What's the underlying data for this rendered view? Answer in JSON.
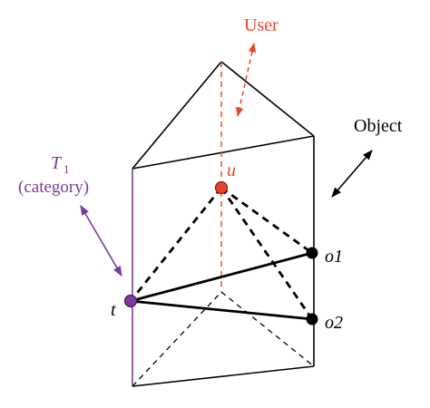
{
  "diagram": {
    "labels": {
      "user": "User",
      "object": "Object",
      "t1_main": "T",
      "t1_sub": "1",
      "t1_category": "(category)",
      "node_u": "u",
      "node_t": "t",
      "node_o1": "o1",
      "node_o2": "o2"
    },
    "colors": {
      "user": "#e8432e",
      "category": "#7a3a9e",
      "edge": "#000000",
      "node_u_fill": "#e8432e",
      "node_t_fill": "#7a3a9e",
      "node_o_fill": "#000000"
    },
    "nodes": [
      {
        "id": "u",
        "label": "u",
        "category": "user"
      },
      {
        "id": "t",
        "label": "t",
        "category": "category"
      },
      {
        "id": "o1",
        "label": "o1",
        "category": "object"
      },
      {
        "id": "o2",
        "label": "o2",
        "category": "object"
      }
    ],
    "edges": [
      {
        "from": "t",
        "to": "o1",
        "style": "solid"
      },
      {
        "from": "t",
        "to": "o2",
        "style": "solid"
      },
      {
        "from": "u",
        "to": "t",
        "style": "dashed"
      },
      {
        "from": "u",
        "to": "o1",
        "style": "dashed"
      },
      {
        "from": "u",
        "to": "o2",
        "style": "dashed"
      }
    ]
  }
}
